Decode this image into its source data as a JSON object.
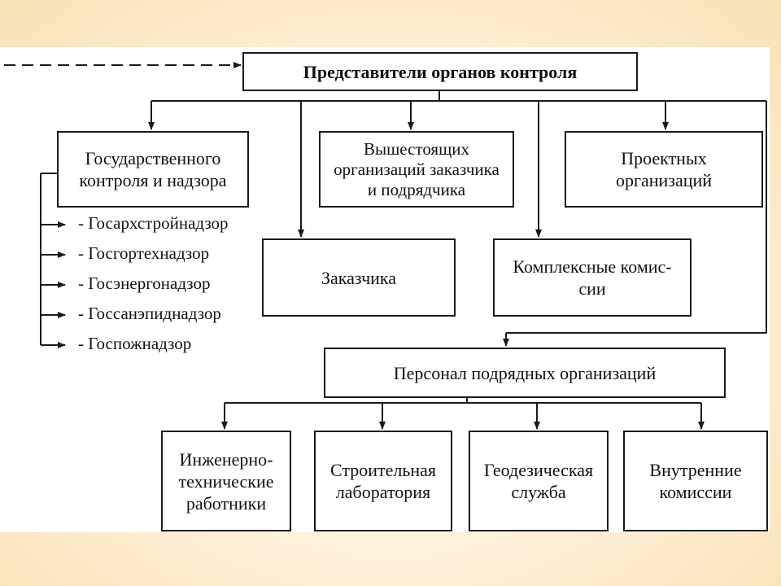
{
  "colors": {
    "line": "#1a1a1a",
    "box_border": "#1a1a1a",
    "background": "#fdf0d6"
  },
  "nodes": {
    "root": "Представители органов контроля",
    "state_control": "Государственного\nконтроля и надзора",
    "superior_orgs": "Вышестоящих\nорганизаций заказчика\nи подрядчика",
    "design_orgs": "Проектных\nорганизаций",
    "customer": "Заказчика",
    "complex_commissions": "Комплексные комис-\nсии",
    "contractor_staff": "Персонал подрядных организаций",
    "engineering_staff": "Инженерно-\nтехнические\nработники",
    "construction_lab": "Строительная\nлаборатория",
    "geodetic_service": "Геодезическая\nслужба",
    "internal_commissions": "Внутренние\nкомиссии"
  },
  "state_bodies": [
    "- Госархстройнадзор",
    "- Госгортехнадзор",
    "- Госэнергонадзор",
    "- Госсанэпиднадзор",
    "- Госпожнадзор"
  ]
}
